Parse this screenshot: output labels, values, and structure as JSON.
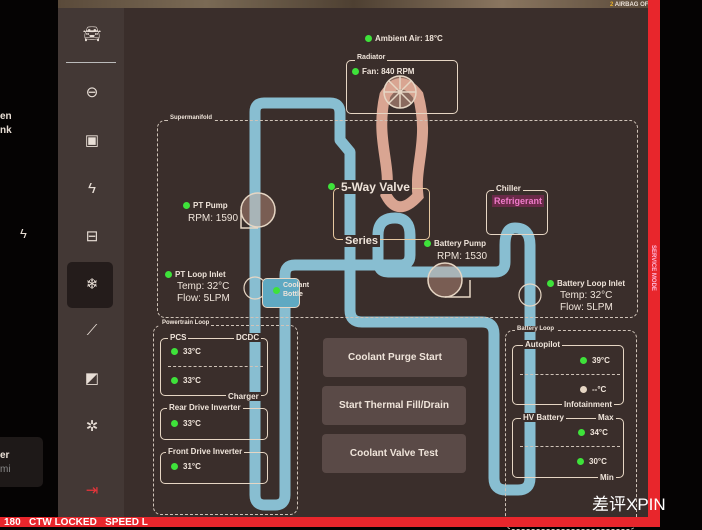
{
  "left_panel": {
    "text1": "en",
    "text2": "nk",
    "card_line1": "er",
    "card_line2": "mi"
  },
  "status": {
    "airbag_count": "2",
    "airbag": "AIRBAG OFF",
    "service_mode": "SERVICE MODE",
    "bottom_bar": "180   CTW LOCKED   SPEED L"
  },
  "sidebar": {
    "items": [
      {
        "icon": "car-icon"
      },
      {
        "icon": "steering-wheel-icon"
      },
      {
        "icon": "chip-icon"
      },
      {
        "icon": "bolt-icon"
      },
      {
        "icon": "battery-icon"
      },
      {
        "icon": "snowflake-icon",
        "selected": true
      },
      {
        "icon": "suspension-icon"
      },
      {
        "icon": "door-icon"
      },
      {
        "icon": "airbag-icon"
      },
      {
        "icon": "exit-icon"
      }
    ]
  },
  "thermal": {
    "ambient": "Ambient Air: 18°C",
    "radiator": {
      "label": "Radiator",
      "fan": "Fan: 840 RPM"
    },
    "supermanifold": "Supermanifold",
    "pt_pump": {
      "label": "PT Pump",
      "rpm": "RPM: 1590"
    },
    "five_way": {
      "label": "5-Way Valve",
      "mode": "Series"
    },
    "chiller": {
      "label": "Chiller",
      "refrigerant": "Refrigerant"
    },
    "battery_pump": {
      "label": "Battery Pump",
      "rpm": "RPM: 1530"
    },
    "pt_inlet": {
      "label": "PT Loop Inlet",
      "temp": "Temp: 32°C",
      "flow": "Flow: 5LPM"
    },
    "coolant_bottle": "Coolant Bottle",
    "battery_inlet": {
      "label": "Battery Loop Inlet",
      "temp": "Temp: 32°C",
      "flow": "Flow: 5LPM"
    },
    "powertrain_loop": {
      "label": "Powertrain Loop",
      "pcs": "PCS",
      "dcdc": "DCDC",
      "pcs_temp": "33°C",
      "charger_temp": "33°C",
      "charger": "Charger",
      "rdi": "Rear Drive Inverter",
      "rdi_temp": "33°C",
      "fdi": "Front Drive Inverter",
      "fdi_temp": "31°C"
    },
    "battery_loop": {
      "label": "Battery Loop",
      "autopilot": "Autopilot",
      "autopilot_temp": "39°C",
      "infotainment_temp": "--°C",
      "infotainment": "Infotainment",
      "hv": "HV Battery",
      "max": "Max",
      "max_temp": "34°C",
      "min_temp": "30°C",
      "min": "Min"
    }
  },
  "buttons": {
    "purge": "Coolant Purge Start",
    "fill": "Start Thermal Fill/Drain",
    "valve": "Coolant Valve Test"
  },
  "watermark": "差评XPIN",
  "colors": {
    "pipe": "#8fcbe0",
    "radiator_loop": "#d9a592",
    "ok": "#3ee23a",
    "service": "#e8262c"
  }
}
